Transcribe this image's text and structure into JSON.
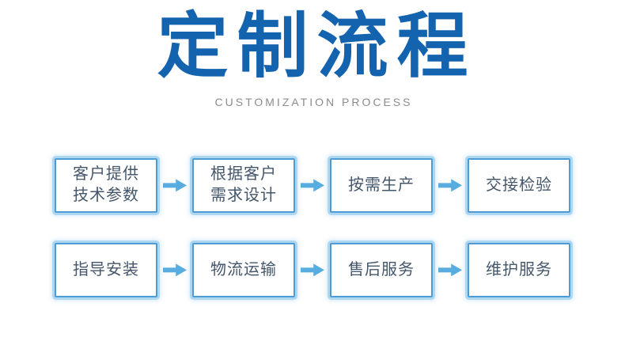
{
  "title": "定制流程",
  "subtitle": "CUSTOMIZATION PROCESS",
  "colors": {
    "title_blue": "#1463ae",
    "subtitle_gray": "#8c8c8c",
    "box_border_inner": "#4f9cd4",
    "box_border_halo": "#aed8f2",
    "box_text": "#44566b",
    "arrow_blue": "#58ade0",
    "background": "#ffffff"
  },
  "flow": {
    "rows": [
      {
        "steps": [
          {
            "label": "客户提供\n技术参数"
          },
          {
            "label": "根据客户\n需求设计"
          },
          {
            "label": "按需生产"
          },
          {
            "label": "交接检验"
          }
        ]
      },
      {
        "steps": [
          {
            "label": "指导安装"
          },
          {
            "label": "物流运输"
          },
          {
            "label": "售后服务"
          },
          {
            "label": "维护服务"
          }
        ]
      }
    ]
  }
}
